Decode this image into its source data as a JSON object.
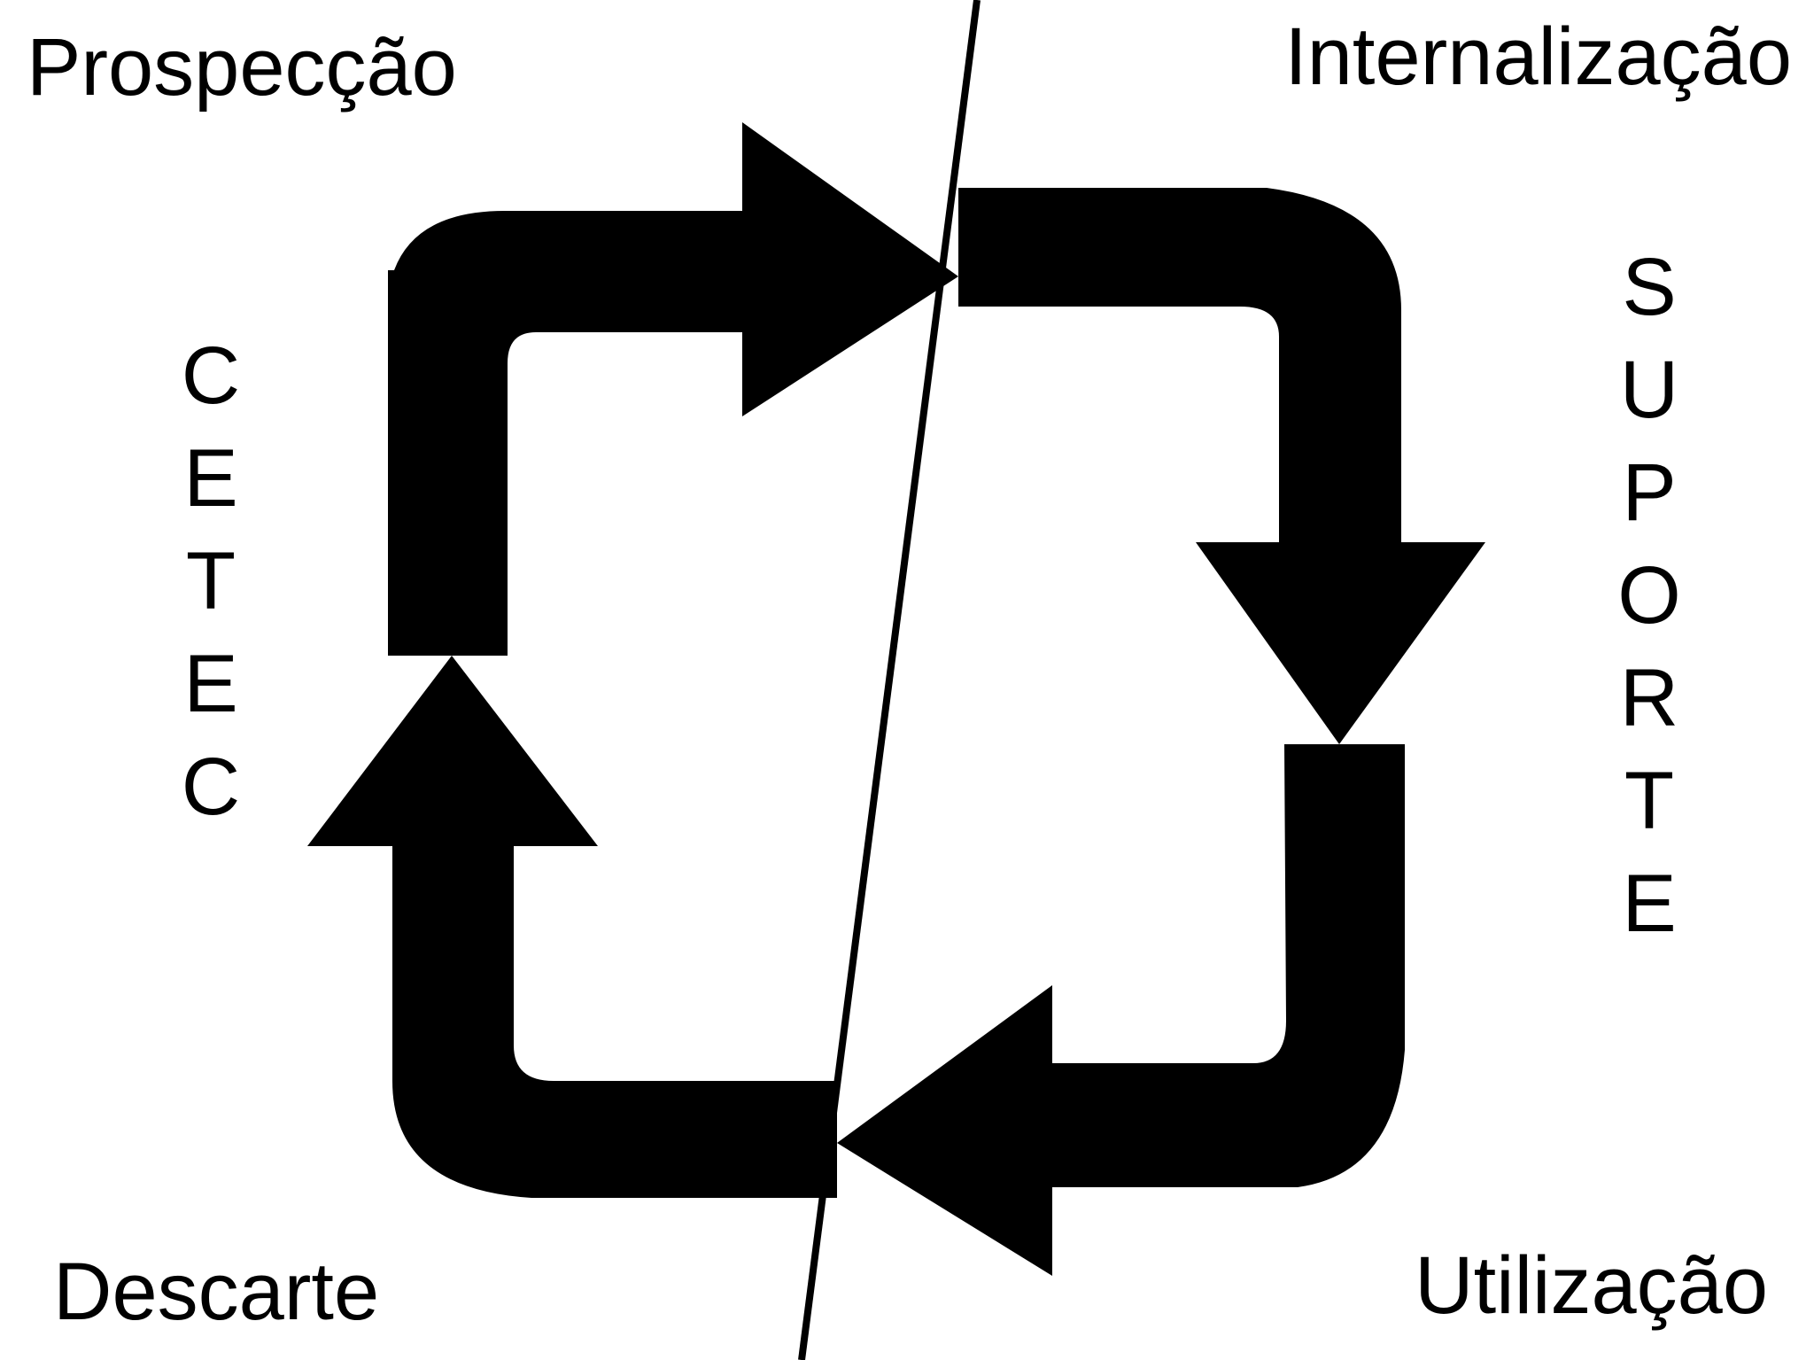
{
  "phases": {
    "top_left": "Prospecção",
    "top_right": "Internalização",
    "bottom_left": "Descarte",
    "bottom_right": "Utilização"
  },
  "side_labels": {
    "left": [
      "C",
      "E",
      "T",
      "E",
      "C"
    ],
    "right": [
      "S",
      "U",
      "P",
      "O",
      "R",
      "T",
      "E"
    ]
  },
  "colors": {
    "stroke": "#000000",
    "background": "#ffffff"
  }
}
